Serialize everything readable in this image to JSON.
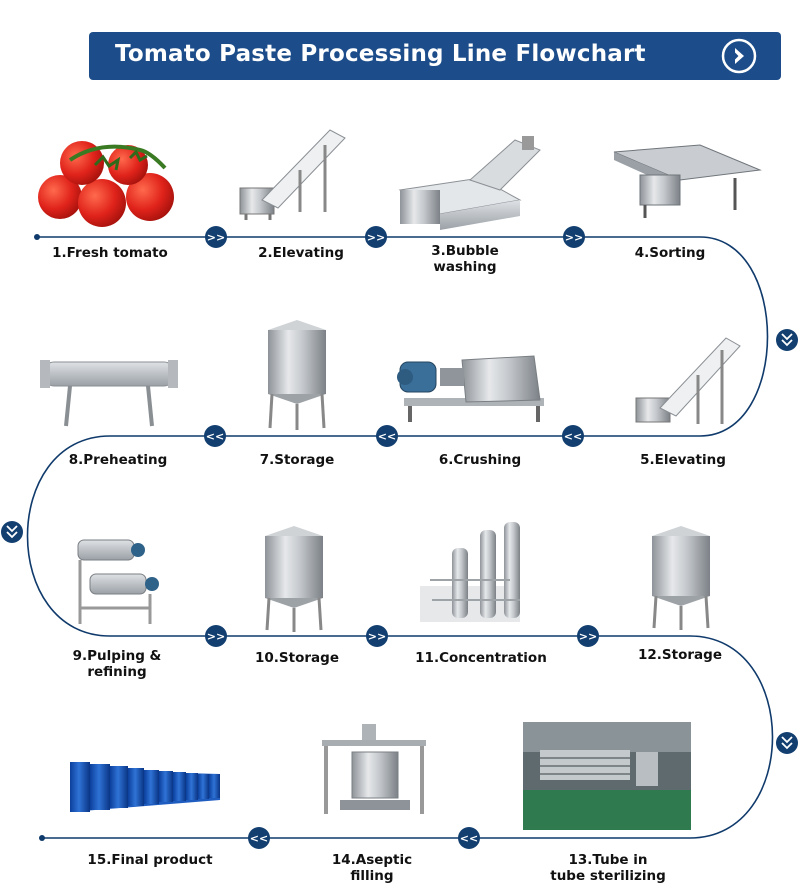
{
  "title": "Tomato Paste Processing Line Flowchart",
  "colors": {
    "banner": "#1c4d8a",
    "line": "#0f3a6b",
    "arrow": "#123f70"
  },
  "banner_icon": "arrow-right-circle-icon",
  "steps": [
    {
      "label": "1.Fresh tomato",
      "icon": "tomato-icon"
    },
    {
      "label": "2.Elevating",
      "icon": "elevator-conveyor-icon"
    },
    {
      "label": "3.Bubble\nwashing",
      "icon": "bubble-washer-icon"
    },
    {
      "label": "4.Sorting",
      "icon": "sorting-machine-icon"
    },
    {
      "label": "5.Elevating",
      "icon": "elevator-conveyor-icon"
    },
    {
      "label": "6.Crushing",
      "icon": "crusher-icon"
    },
    {
      "label": "7.Storage",
      "icon": "storage-tank-icon"
    },
    {
      "label": "8.Preheating",
      "icon": "preheater-icon"
    },
    {
      "label": "9.Pulping &\nrefining",
      "icon": "pulper-icon"
    },
    {
      "label": "10.Storage",
      "icon": "storage-tank-icon"
    },
    {
      "label": "11.Concentration",
      "icon": "evaporator-icon"
    },
    {
      "label": "12.Storage",
      "icon": "storage-tank-icon"
    },
    {
      "label": "13.Tube in\ntube sterilizing",
      "icon": "tube-sterilizer-icon"
    },
    {
      "label": "14.Aseptic\nfilling",
      "icon": "aseptic-filler-icon"
    },
    {
      "label": "15.Final product",
      "icon": "drums-icon"
    }
  ]
}
